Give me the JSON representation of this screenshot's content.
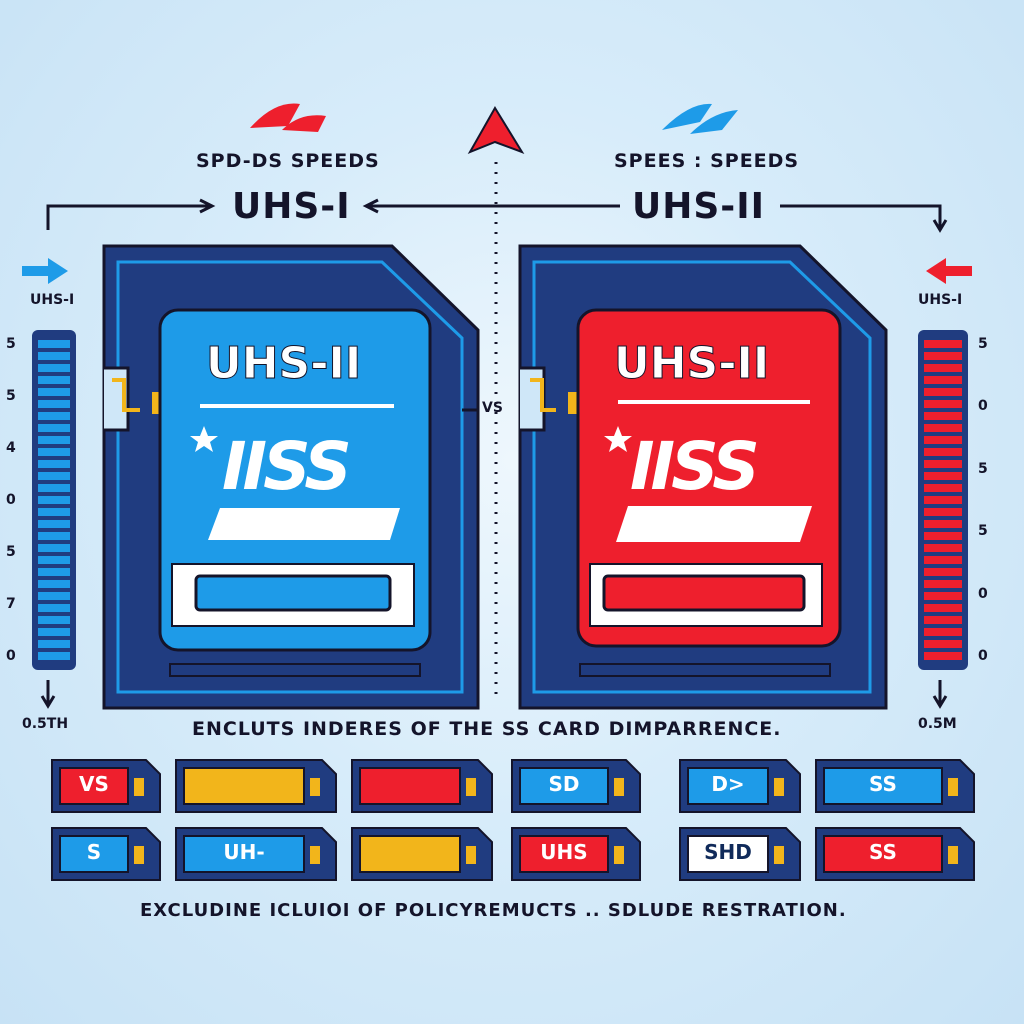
{
  "colors": {
    "background": "#cfe7f8",
    "navy": "#203c80",
    "blue": "#1e9be8",
    "red": "#ee1f2d",
    "yellow": "#f2b51b",
    "text": "#14142a"
  },
  "left": {
    "subtitle": "SPD-DS  SPEEDS",
    "title": "UHS-I",
    "side_label": "UHS-I",
    "bottom_label": "0.5TH",
    "ticks": [
      "5",
      "5",
      "4",
      "0",
      "5",
      "7",
      "0"
    ],
    "card_title": "UHS-II",
    "card_logo": "IISS",
    "meter_level": 1.0
  },
  "right": {
    "subtitle": "SPEES : SPEEDS",
    "title": "UHS-II",
    "side_label": "UHS-I",
    "bottom_label": "0.5M",
    "ticks": [
      "5",
      "0",
      "5",
      "5",
      "0",
      "0"
    ],
    "card_title": "UHS-II",
    "card_logo": "IISS",
    "meter_level": 1.0
  },
  "vs_label": "VS",
  "caption_top": "ENCLUTS INDERES OF THE SS CARD DIMPARRENCE.",
  "caption_bottom": "EXCLUDINE ICLUIOI OF POLICYREMUCTS .. SDLUDE RESTRATION.",
  "mini_cards_row1": [
    "VS",
    "",
    "",
    "SD",
    "D>",
    "SS"
  ],
  "mini_cards_row2": [
    "S",
    "UH-",
    "",
    "UHS",
    "SHD",
    "SS"
  ],
  "icons": [
    "swoosh-icon",
    "arrow-up-icon",
    "arrow-right-icon",
    "arrow-left-icon",
    "star-icon"
  ]
}
